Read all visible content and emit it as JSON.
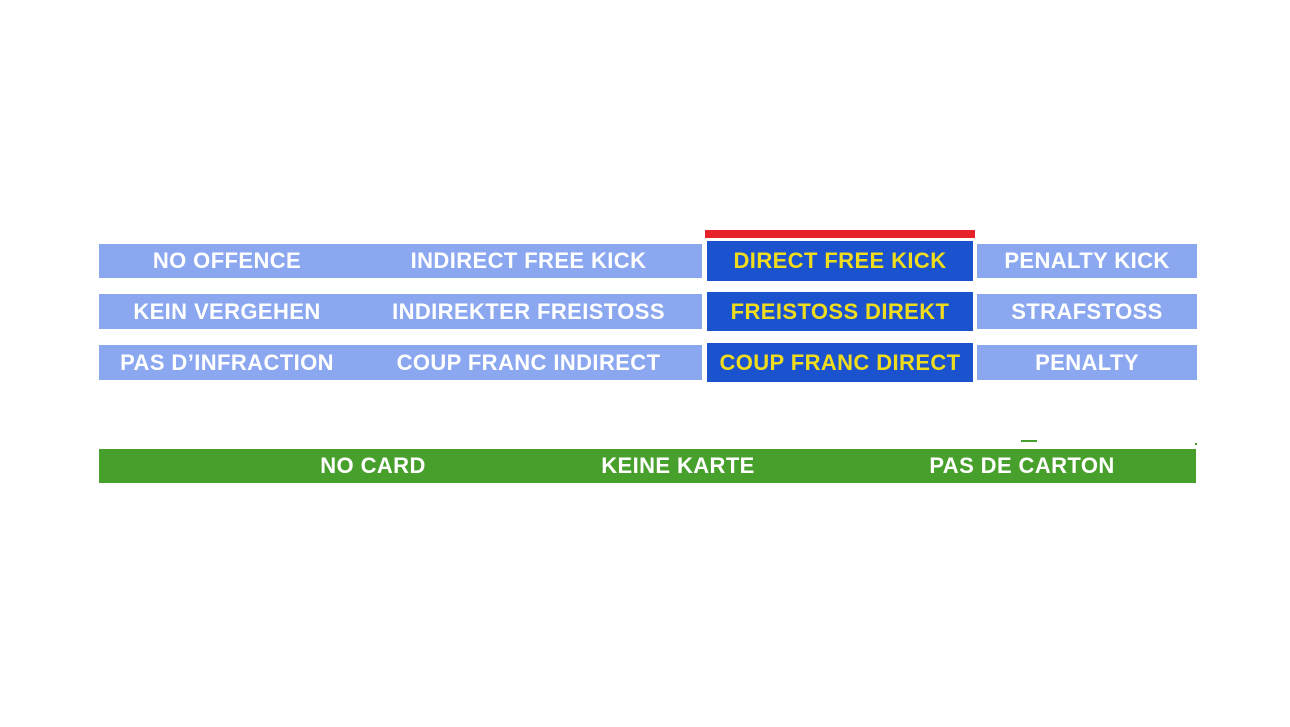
{
  "colors": {
    "option_blue": "#8BA7F0",
    "selected_blue": "#1B52CE",
    "selected_text_yellow": "#F0DC1E",
    "indicator_red": "#E62129",
    "card_bar_green": "#47A02B",
    "option_text_white": "#FFFFFF"
  },
  "decision_table": {
    "selected_option": "DIRECT FREE KICK",
    "rows": [
      {
        "language": "english",
        "cells": [
          "NO OFFENCE",
          "INDIRECT FREE KICK",
          "DIRECT FREE KICK",
          "PENALTY KICK"
        ]
      },
      {
        "language": "german",
        "cells": [
          "KEIN VERGEHEN",
          "INDIREKTER FREISTOSS",
          "FREISTOSS DIREKT",
          "STRAFSTOSS"
        ]
      },
      {
        "language": "french",
        "cells": [
          "PAS D’INFRACTION",
          "COUP FRANC INDIRECT",
          "COUP FRANC DIRECT",
          "PENALTY"
        ]
      }
    ]
  },
  "card_bar": {
    "labels": [
      "NO CARD",
      "KEINE KARTE",
      "PAS DE CARTON"
    ]
  }
}
